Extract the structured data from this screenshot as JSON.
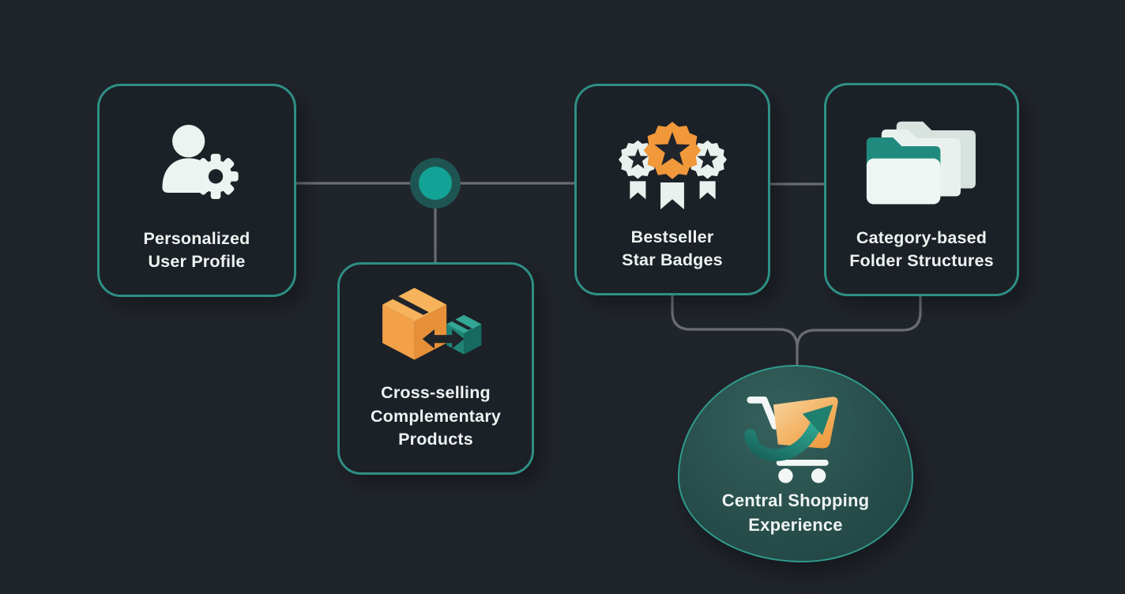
{
  "diagram": {
    "nodes": [
      {
        "id": "personalized-user-profile",
        "icon": "person-gear-icon",
        "lines": [
          "Personalized",
          "User Profile"
        ]
      },
      {
        "id": "cross-selling-complementary-products",
        "icon": "cross-sell-boxes-icon",
        "lines": [
          "Cross-selling",
          "Complementary",
          "Products"
        ]
      },
      {
        "id": "bestseller-star-badges",
        "icon": "star-badges-icon",
        "lines": [
          "Bestseller",
          "Star Badges"
        ]
      },
      {
        "id": "category-based-folder-structures",
        "icon": "folders-icon",
        "lines": [
          "Category-based",
          "Folder Structures"
        ]
      },
      {
        "id": "central-shopping-experience",
        "icon": "shopping-cart-arrow-icon",
        "lines": [
          "Central Shopping",
          "Experience"
        ]
      }
    ],
    "colors": {
      "background": "#20242b",
      "card_fill": "#1c2027",
      "card_border": "#2e8f85",
      "connector_gray": "#6a6e74",
      "junction_inner": "#12a396",
      "junction_outer": "#1e5552",
      "accent_orange": "#f0983a",
      "accent_teal": "#2a9d8f",
      "icon_white": "#edf3f1",
      "text": "#edf3f1",
      "blob_border": "#2f9a8c"
    }
  }
}
